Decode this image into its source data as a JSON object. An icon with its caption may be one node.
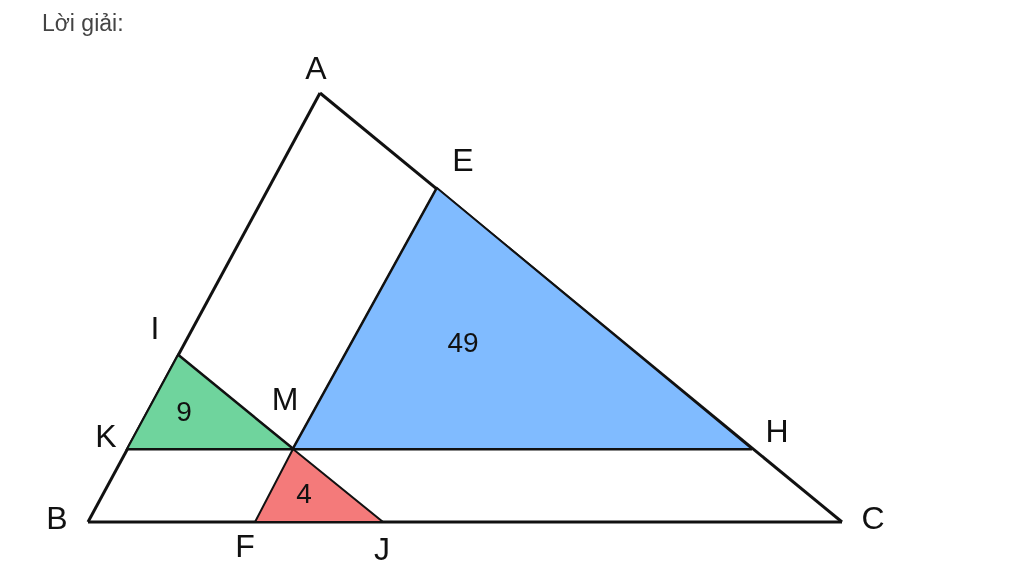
{
  "diagram": {
    "title": "Lời giải:",
    "nodes": [
      {
        "text": [
          "49"
        ]
      },
      {
        "text": [
          "9"
        ]
      },
      {
        "text": [
          "4"
        ]
      }
    ],
    "labels": [
      "A",
      "E",
      "I",
      "M",
      "H",
      "K",
      "B",
      "C",
      "F",
      "J"
    ]
  }
}
